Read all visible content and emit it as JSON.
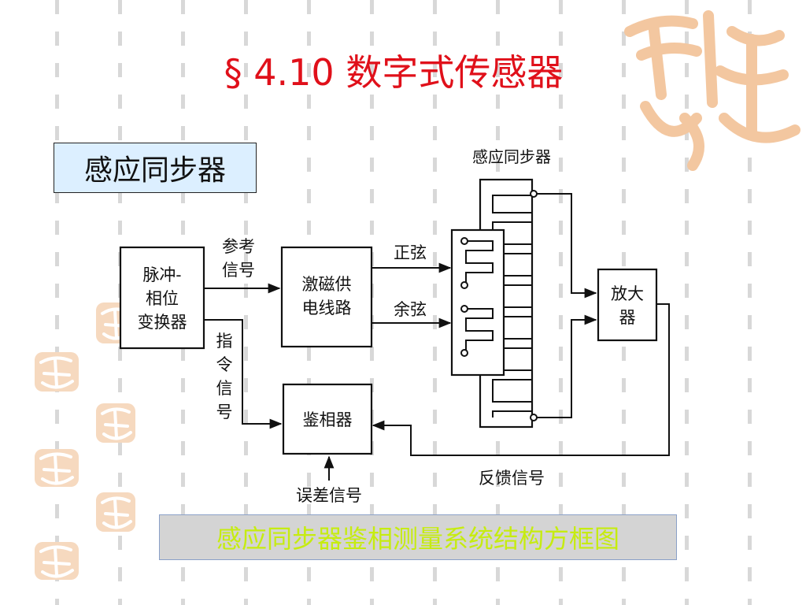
{
  "slide": {
    "title": "§ 4.10 数字式传感器",
    "heading": "感应同步器",
    "caption": "感应同步器鉴相测量系统结构方框图"
  },
  "diagram": {
    "synchronizer_label": "感应同步器",
    "pulse_block": [
      "脉冲-",
      "相位",
      "变换器"
    ],
    "ref_signal": [
      "参考",
      "信号"
    ],
    "excitation_block": [
      "激磁供",
      "电线路"
    ],
    "sine_label": "正弦",
    "cosine_label": "余弦",
    "amplifier_block": [
      "放大",
      "器"
    ],
    "command_signal": [
      "指",
      "令",
      "信",
      "号"
    ],
    "phase_detector": "鉴相器",
    "feedback_signal": "反馈信号",
    "error_signal": "误差信号"
  },
  "colors": {
    "title": "#e0101a",
    "heading_bg": "#dcefff",
    "caption_text": "#c6ec10",
    "caption_bg": "#d4d4d4",
    "watermark": "#f3c7a0"
  },
  "icons": {
    "watermark": "auspicious-seal-watermark"
  }
}
